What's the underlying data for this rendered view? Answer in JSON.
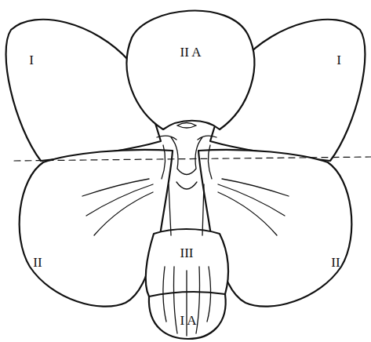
{
  "diagram": {
    "labels": [
      "I",
      "II A",
      "I",
      "III",
      "II",
      "II",
      "I A"
    ]
  }
}
